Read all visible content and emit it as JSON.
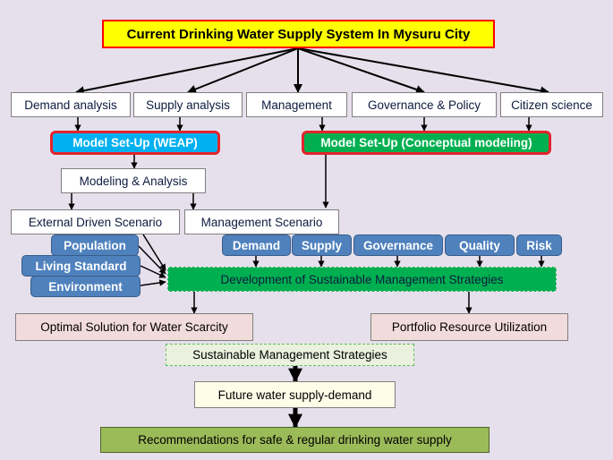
{
  "title": "Current Drinking Water Supply System In Mysuru City",
  "categories": {
    "demand_analysis": "Demand analysis",
    "supply_analysis": "Supply analysis",
    "management": "Management",
    "governance_policy": "Governance & Policy",
    "citizen_science": "Citizen science"
  },
  "model_weap": "Model Set-Up (WEAP)",
  "model_conceptual": "Model Set-Up (Conceptual modeling)",
  "modeling_analysis": "Modeling & Analysis",
  "external_scenario": "External Driven Scenario",
  "management_scenario": "Management Scenario",
  "external_factors": [
    "Population",
    "Living Standard",
    "Environment"
  ],
  "management_factors": [
    "Demand",
    "Supply",
    "Governance",
    "Quality",
    "Risk"
  ],
  "development": "Development of Sustainable Management Strategies",
  "optimal_solution": "Optimal Solution for Water Scarcity",
  "portfolio": "Portfolio Resource Utilization",
  "sustainable_strategies": "Sustainable Management Strategies",
  "future_supply_demand": "Future water supply-demand",
  "recommendations": "Recommendations for safe & regular drinking water supply",
  "colors": {
    "background": "#e6e0ec",
    "title_fill": "#ffff00",
    "title_border": "#ff0000",
    "weap_fill": "#00b0f0",
    "conceptual_fill": "#00b050",
    "factor_fill": "#4f81bd",
    "development_fill": "#00b050",
    "outcome_fill": "#f2dcdb",
    "recommendation_fill": "#9bbb59"
  }
}
